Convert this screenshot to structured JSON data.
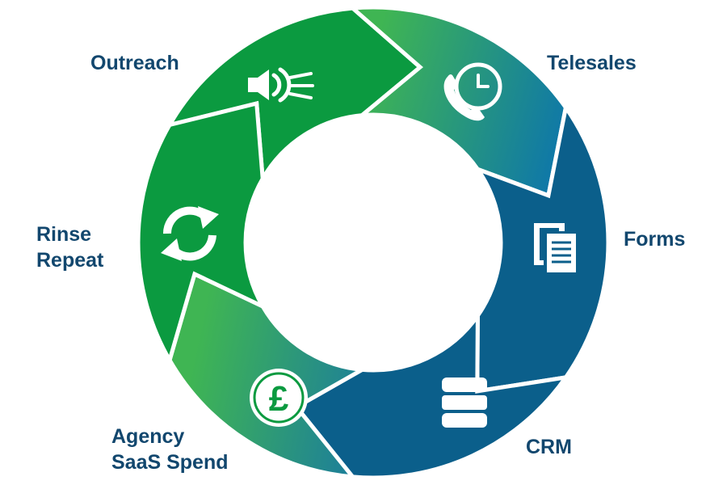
{
  "diagram": {
    "type": "cycle",
    "colors": {
      "green": "#0b9a40",
      "green_light": "#3fb553",
      "teal": "#1a8480",
      "blue": "#0b5f8b",
      "blue_mid": "#0f78a8",
      "label": "#12476e",
      "icon": "#ffffff"
    },
    "steps": [
      {
        "label": "Outreach",
        "icon": "megaphone-icon"
      },
      {
        "label": "Telesales",
        "icon": "phone-clock-icon"
      },
      {
        "label": "Forms",
        "icon": "documents-icon"
      },
      {
        "label": "CRM",
        "icon": "database-icon"
      },
      {
        "label_line1": "Agency",
        "label_line2": "SaaS Spend",
        "icon": "pound-coin-icon"
      },
      {
        "label_line1": "Rinse",
        "label_line2": "Repeat",
        "icon": "refresh-icon"
      }
    ]
  }
}
